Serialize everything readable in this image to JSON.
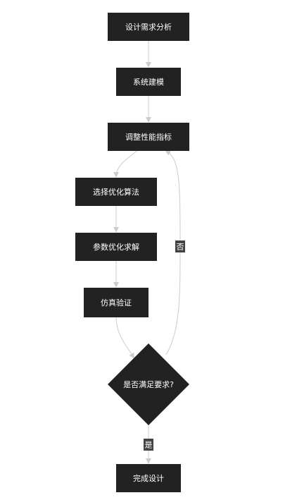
{
  "nodes": {
    "n1": "设计需求分析",
    "n2": "系统建模",
    "n3": "调整性能指标",
    "n4": "选择优化算法",
    "n5": "参数优化求解",
    "n6": "仿真验证",
    "decision": "是否满足要求?",
    "n7": "完成设计"
  },
  "edges": {
    "no_label": "否",
    "yes_label": "是"
  },
  "colors": {
    "node_fill": "#222222",
    "node_text": "#ffffff",
    "edge": "#cccccc",
    "label_bg": "#444444"
  }
}
